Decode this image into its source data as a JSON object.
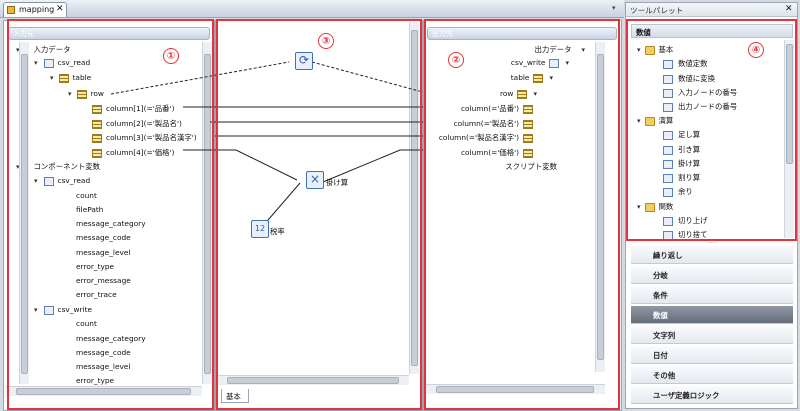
{
  "editor": {
    "tab_title": "mapping",
    "tab_close": "✕",
    "tab_menu": "▾",
    "bottom_tab": "基本"
  },
  "input_panel": {
    "header": "入力元",
    "tree": [
      {
        "label": "入力データ",
        "toggle": "▾"
      },
      {
        "label": "csv_read",
        "toggle": "▾",
        "icon": "csv-input-icon"
      },
      {
        "label": "table",
        "toggle": "▾",
        "icon": "table-icon"
      },
      {
        "label": "row",
        "toggle": "▾",
        "icon": "row-icon"
      },
      {
        "label": "column[1](='品番')",
        "icon": "column-icon"
      },
      {
        "label": "column[2](='製品名')",
        "icon": "column-icon"
      },
      {
        "label": "column[3](='製品名漢字')",
        "icon": "column-icon"
      },
      {
        "label": "column[4](='価格')",
        "icon": "column-icon"
      },
      {
        "label": "コンポーネント変数",
        "toggle": "▾"
      },
      {
        "label": "csv_read",
        "toggle": "▾",
        "icon": "csv-input-icon"
      },
      {
        "label": "count"
      },
      {
        "label": "filePath"
      },
      {
        "label": "message_category"
      },
      {
        "label": "message_code"
      },
      {
        "label": "message_level"
      },
      {
        "label": "error_type"
      },
      {
        "label": "error_message"
      },
      {
        "label": "error_trace"
      },
      {
        "label": "csv_write",
        "toggle": "▾",
        "icon": "csv-output-icon"
      },
      {
        "label": "count"
      },
      {
        "label": "message_category"
      },
      {
        "label": "message_code"
      },
      {
        "label": "message_level"
      },
      {
        "label": "error_type"
      }
    ]
  },
  "canvas": {
    "multiply_label": "掛け算",
    "tax_label": "税率"
  },
  "output_panel": {
    "header": "出力先",
    "tree": [
      {
        "label": "出力データ",
        "toggle": "▾"
      },
      {
        "label": "csv_write",
        "toggle": "▾",
        "icon": "csv-output-icon"
      },
      {
        "label": "table",
        "toggle": "▾",
        "icon": "table-icon"
      },
      {
        "label": "row",
        "toggle": "▾",
        "icon": "row-icon"
      },
      {
        "label": "column(='品番')",
        "icon": "column-icon"
      },
      {
        "label": "column(='製品名')",
        "icon": "column-icon"
      },
      {
        "label": "column(='製品名漢字')",
        "icon": "column-icon"
      },
      {
        "label": "column(='価格')",
        "icon": "column-icon"
      },
      {
        "label": "スクリプト変数"
      }
    ]
  },
  "tool_palette": {
    "title": "ツールパレット",
    "close": "✕",
    "section": "数値",
    "tree": [
      {
        "label": "基本",
        "toggle": "▾"
      },
      {
        "label": "数値定数"
      },
      {
        "label": "数値に変換"
      },
      {
        "label": "入力ノードの番号"
      },
      {
        "label": "出力ノードの番号"
      },
      {
        "label": "演算",
        "toggle": "▾"
      },
      {
        "label": "足し算"
      },
      {
        "label": "引き算"
      },
      {
        "label": "掛け算"
      },
      {
        "label": "割り算"
      },
      {
        "label": "余り"
      },
      {
        "label": "関数",
        "toggle": "▾"
      },
      {
        "label": "切り上げ"
      },
      {
        "label": "切り捨て"
      }
    ],
    "categories": [
      "繰り返し",
      "分岐",
      "条件",
      "数値",
      "文字列",
      "日付",
      "その他",
      "ユーザ定義ロジック"
    ],
    "selected_category": "数値"
  },
  "callouts": [
    "①",
    "②",
    "③",
    "④"
  ],
  "colors": {
    "callout_red": "#e4333b",
    "selected_category_bg": "#6d7683"
  }
}
